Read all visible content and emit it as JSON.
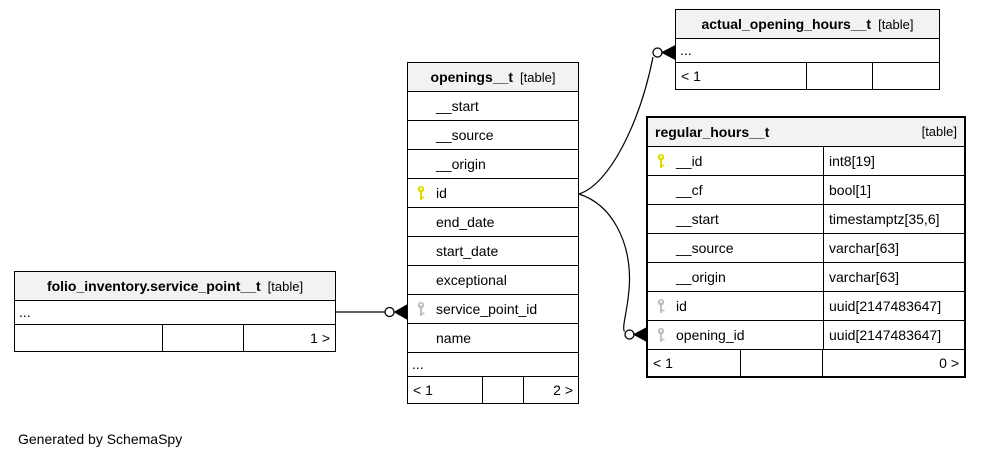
{
  "page": {
    "footer_note": "Generated by SchemaSpy"
  },
  "colors": {
    "pk_key": "#dddd00",
    "fk_key": "#c0c0c0",
    "header_bg": "#f2f2f2",
    "border": "#000000"
  },
  "icons": {
    "primary_key": "key-icon-yellow",
    "foreign_key": "key-icon-gray"
  },
  "tables": [
    {
      "title": "actual_opening_hours__t",
      "tag": "[table]",
      "ellipsis": "...",
      "columns": [],
      "footer": [
        "< 1",
        "",
        ""
      ]
    },
    {
      "title": "openings__t",
      "tag": "[table]",
      "ellipsis": "...",
      "columns": [
        {
          "name": "__start",
          "key": ""
        },
        {
          "name": "__source",
          "key": ""
        },
        {
          "name": "__origin",
          "key": ""
        },
        {
          "name": "id",
          "key": "pk"
        },
        {
          "name": "end_date",
          "key": ""
        },
        {
          "name": "start_date",
          "key": ""
        },
        {
          "name": "exceptional",
          "key": ""
        },
        {
          "name": "service_point_id",
          "key": "fk"
        },
        {
          "name": "name",
          "key": ""
        }
      ],
      "footer": [
        "< 1",
        "",
        "2 >"
      ]
    },
    {
      "title": "regular_hours__t",
      "tag": "[table]",
      "columns": [
        {
          "name": "__id",
          "type": "int8[19]",
          "key": "pk"
        },
        {
          "name": "__cf",
          "type": "bool[1]",
          "key": ""
        },
        {
          "name": "__start",
          "type": "timestamptz[35,6]",
          "key": ""
        },
        {
          "name": "__source",
          "type": "varchar[63]",
          "key": ""
        },
        {
          "name": "__origin",
          "type": "varchar[63]",
          "key": ""
        },
        {
          "name": "id",
          "type": "uuid[2147483647]",
          "key": "fk"
        },
        {
          "name": "opening_id",
          "type": "uuid[2147483647]",
          "key": "fk"
        }
      ],
      "footer": [
        "< 1",
        "",
        "0 >"
      ]
    },
    {
      "title": "folio_inventory.service_point__t",
      "tag": "[table]",
      "ellipsis": "...",
      "columns": [],
      "footer": [
        "",
        "",
        "1 >"
      ]
    }
  ],
  "relationships": [
    {
      "from": "openings__t.id",
      "to": "actual_opening_hours__t",
      "cardinality": "zero-or-many"
    },
    {
      "from": "openings__t.id",
      "to": "regular_hours__t.opening_id",
      "cardinality": "zero-or-many"
    },
    {
      "from": "folio_inventory.service_point__t",
      "to": "openings__t.service_point_id",
      "cardinality": "zero-or-many"
    }
  ]
}
